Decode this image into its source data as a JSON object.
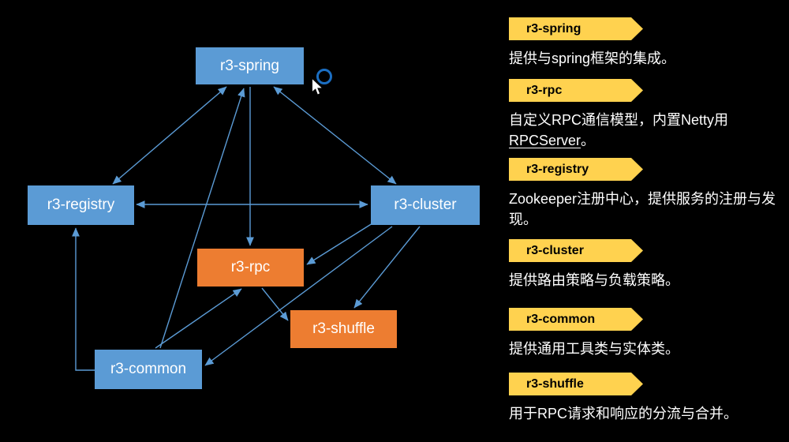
{
  "colors": {
    "background": "#000000",
    "node_blue": "#5B9BD5",
    "node_orange": "#ED7D31",
    "edge_line": "#5B9BD5",
    "banner_yellow": "#FFD24F",
    "banner_text": "#000000",
    "description_text": "#FFFFFF",
    "cursor_ring_blue": "#1b6ec2"
  },
  "diagram": {
    "nodes": {
      "spring": {
        "label": "r3-spring"
      },
      "registry": {
        "label": "r3-registry"
      },
      "cluster": {
        "label": "r3-cluster"
      },
      "rpc": {
        "label": "r3-rpc"
      },
      "shuffle": {
        "label": "r3-shuffle"
      },
      "common": {
        "label": "r3-common"
      }
    }
  },
  "legend": {
    "items": [
      {
        "label": "r3-spring",
        "desc": "提供与spring框架的集成。"
      },
      {
        "label": "r3-rpc",
        "desc_line1": "自定义RPC通信模型，内置Netty用",
        "desc_underlined": "RPCServer",
        "desc_tail": "。"
      },
      {
        "label": "r3-registry",
        "desc": "Zookeeper注册中心，提供服务的注册与发现。"
      },
      {
        "label": "r3-cluster",
        "desc": "提供路由策略与负载策略。"
      },
      {
        "label": "r3-common",
        "desc": "提供通用工具类与实体类。"
      },
      {
        "label": "r3-shuffle",
        "desc": "用于RPC请求和响应的分流与合并。"
      }
    ]
  }
}
